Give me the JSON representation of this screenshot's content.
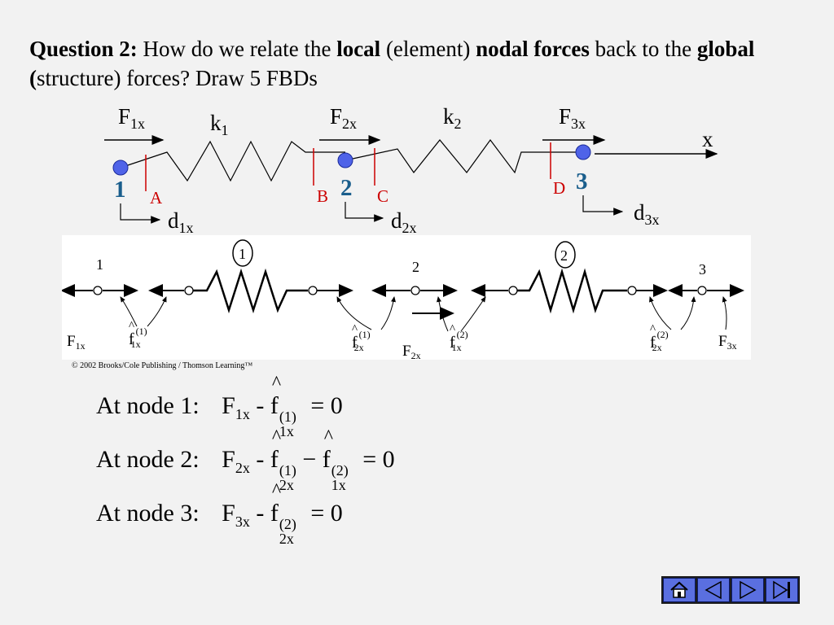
{
  "title": {
    "q": "Question 2:",
    "t1": " How do we relate the ",
    "b1": "local",
    "t2": " (element) ",
    "b2": "nodal forces",
    "t3": " back to the ",
    "b3": "global (",
    "t4": "structure) forces? Draw 5 FBDs"
  },
  "diagram": {
    "F1_base": "F",
    "F1_sub": "1x",
    "F2_base": "F",
    "F2_sub": "2x",
    "F3_base": "F",
    "F3_sub": "3x",
    "k1_base": "k",
    "k1_sub": "1",
    "k2_base": "k",
    "k2_sub": "2",
    "x_axis": "x",
    "node1": "1",
    "node2": "2",
    "node3": "3",
    "A": "A",
    "B": "B",
    "C": "C",
    "D": "D",
    "d1_base": "d",
    "d1_sub": "1x",
    "d2_base": "d",
    "d2_sub": "2x",
    "d3_base": "d",
    "d3_sub": "3x",
    "node_color": "#4f63e8",
    "node_label_color": "#1a5e8c",
    "cut_color": "#cc0000"
  },
  "fbd": {
    "n1": "1",
    "e1": "1",
    "n2": "2",
    "e2": "2",
    "n3": "3",
    "F1x_base": "F",
    "F1x_sub": "1x",
    "f1x1_base": "f",
    "f1x1_sub": "1x",
    "f1x1_sup": "(1)",
    "f2x1_base": "f",
    "f2x1_sub": "2x",
    "f2x1_sup": "(1)",
    "F2x_base": "F",
    "F2x_sub": "2x",
    "f1x2_base": "f",
    "f1x2_sub": "1x",
    "f1x2_sup": "(2)",
    "f2x2_base": "f",
    "f2x2_sub": "2x",
    "f2x2_sup": "(2)",
    "F3x_base": "F",
    "F3x_sub": "3x"
  },
  "copyright": "© 2002 Brooks/Cole Publishing / Thomson Learning™",
  "equations": [
    {
      "prefix": "At node 1:",
      "F": "F",
      "Fsub": "1x",
      "minus": "-",
      "f": "f",
      "fsub": "1x",
      "fsup": "(1)",
      "rhs": "= 0"
    },
    {
      "prefix": "At node 2:",
      "F": "F",
      "Fsub": "2x",
      "minus": "-",
      "f": "f",
      "fsub": "2x",
      "fsup": "(1)",
      "minus2": "−",
      "f2": "f",
      "f2sub": "1x",
      "f2sup": "(2)",
      "rhs": "= 0"
    },
    {
      "prefix": "At node 3:",
      "F": "F",
      "Fsub": "3x",
      "minus": "-",
      "f": "f",
      "fsub": "2x",
      "fsup": "(2)",
      "rhs": "= 0"
    }
  ],
  "nav": {
    "buttons": [
      "home-icon",
      "back-icon",
      "forward-icon",
      "last-icon"
    ]
  }
}
